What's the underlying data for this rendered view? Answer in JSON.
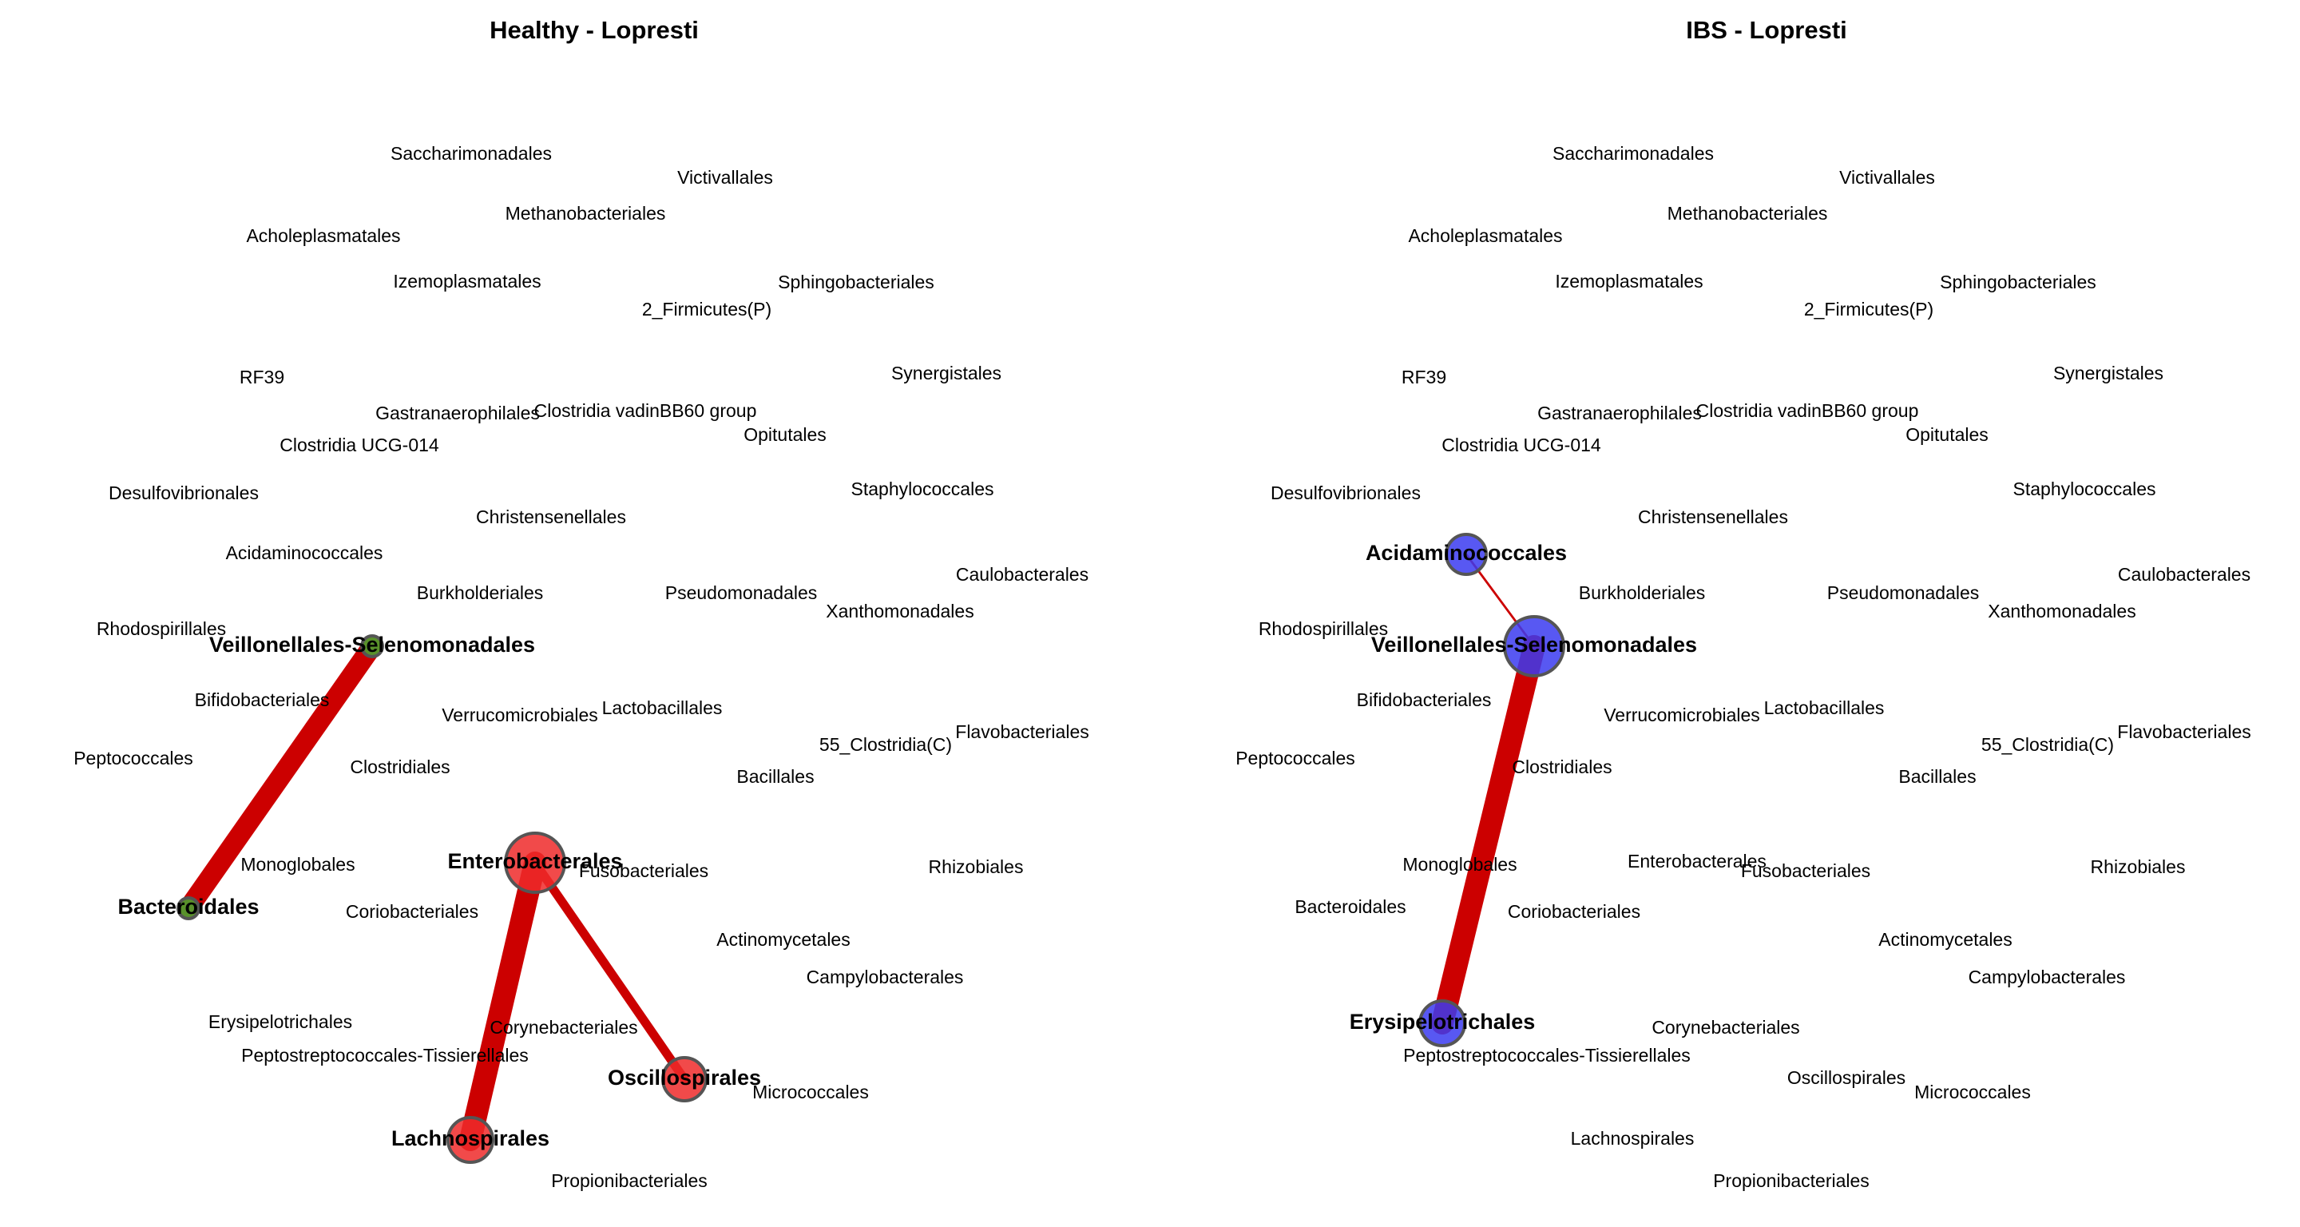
{
  "panels": [
    {
      "title": "Healthy - Lopresti",
      "node_color": "#ee2a2a",
      "hub_color": "#44aa33",
      "labels": [
        "Saccharimonadales",
        "Victivallales",
        "Methanobacteriales",
        "Acholeplasmatales",
        "Izemoplasmatales",
        "Sphingobacteriales",
        "2_Firmicutes(P)",
        "RF39",
        "Synergistales",
        "Gastranaerophilales",
        "Clostridia vadinBB60 group",
        "Clostridia UCG-014",
        "Opitutales",
        "Desulfovibrionales",
        "Staphylococcales",
        "Christensenellales",
        "Acidaminococcales",
        "Caulobacterales",
        "Burkholderiales",
        "Pseudomonadales",
        "Xanthomonadales",
        "Rhodospirillales",
        "Veillonellales-Selenomonadales",
        "Bifidobacteriales",
        "Verrucomicrobiales",
        "Lactobacillales",
        "Flavobacteriales",
        "55_Clostridia(C)",
        "Peptococcales",
        "Clostridiales",
        "Bacillales",
        "Enterobacterales",
        "Monoglobales",
        "Fusobacteriales",
        "Rhizobiales",
        "Bacteroidales",
        "Coriobacteriales",
        "Actinomycetales",
        "Campylobacterales",
        "Erysipelotrichales",
        "Corynebacteriales",
        "Peptostreptococcales-Tissierellales",
        "Oscillospirales",
        "Micrococcales",
        "Lachnospirales",
        "Propionibacteriales"
      ],
      "highlighted": [
        "Veillonellales-Selenomonadales",
        "Enterobacterales",
        "Bacteroidales",
        "Oscillospirales",
        "Lachnospirales"
      ],
      "edges": [
        {
          "source": "Veillonellales-Selenomonadales",
          "target": "Bacteroidales",
          "weight": 9
        },
        {
          "source": "Enterobacterales",
          "target": "Lachnospirales",
          "weight": 10
        },
        {
          "source": "Enterobacterales",
          "target": "Oscillospirales",
          "weight": 4
        }
      ]
    },
    {
      "title": "IBS - Lopresti",
      "node_color": "#3b3bf0",
      "labels": [
        "Saccharimonadales",
        "Victivallales",
        "Methanobacteriales",
        "Acholeplasmatales",
        "Izemoplasmatales",
        "Sphingobacteriales",
        "2_Firmicutes(P)",
        "RF39",
        "Synergistales",
        "Gastranaerophilales",
        "Clostridia vadinBB60 group",
        "Clostridia UCG-014",
        "Opitutales",
        "Desulfovibrionales",
        "Staphylococcales",
        "Christensenellales",
        "Acidaminococcales",
        "Caulobacterales",
        "Burkholderiales",
        "Pseudomonadales",
        "Xanthomonadales",
        "Rhodospirillales",
        "Veillonellales-Selenomonadales",
        "Bifidobacteriales",
        "Verrucomicrobiales",
        "Lactobacillales",
        "Flavobacteriales",
        "55_Clostridia(C)",
        "Peptococcales",
        "Clostridiales",
        "Bacillales",
        "Enterobacterales",
        "Monoglobales",
        "Fusobacteriales",
        "Rhizobiales",
        "Bacteroidales",
        "Coriobacteriales",
        "Actinomycetales",
        "Campylobacterales",
        "Erysipelotrichales",
        "Corynebacteriales",
        "Peptostreptococcales-Tissierellales",
        "Oscillospirales",
        "Micrococcales",
        "Lachnospirales",
        "Propionibacteriales"
      ],
      "highlighted": [
        "Acidaminococcales",
        "Veillonellales-Selenomonadales",
        "Erysipelotrichales"
      ],
      "edges": [
        {
          "source": "Acidaminococcales",
          "target": "Veillonellales-Selenomonadales",
          "weight": 1
        },
        {
          "source": "Veillonellales-Selenomonadales",
          "target": "Erysipelotrichales",
          "weight": 10
        }
      ]
    }
  ],
  "edge_color": "#cc0000"
}
